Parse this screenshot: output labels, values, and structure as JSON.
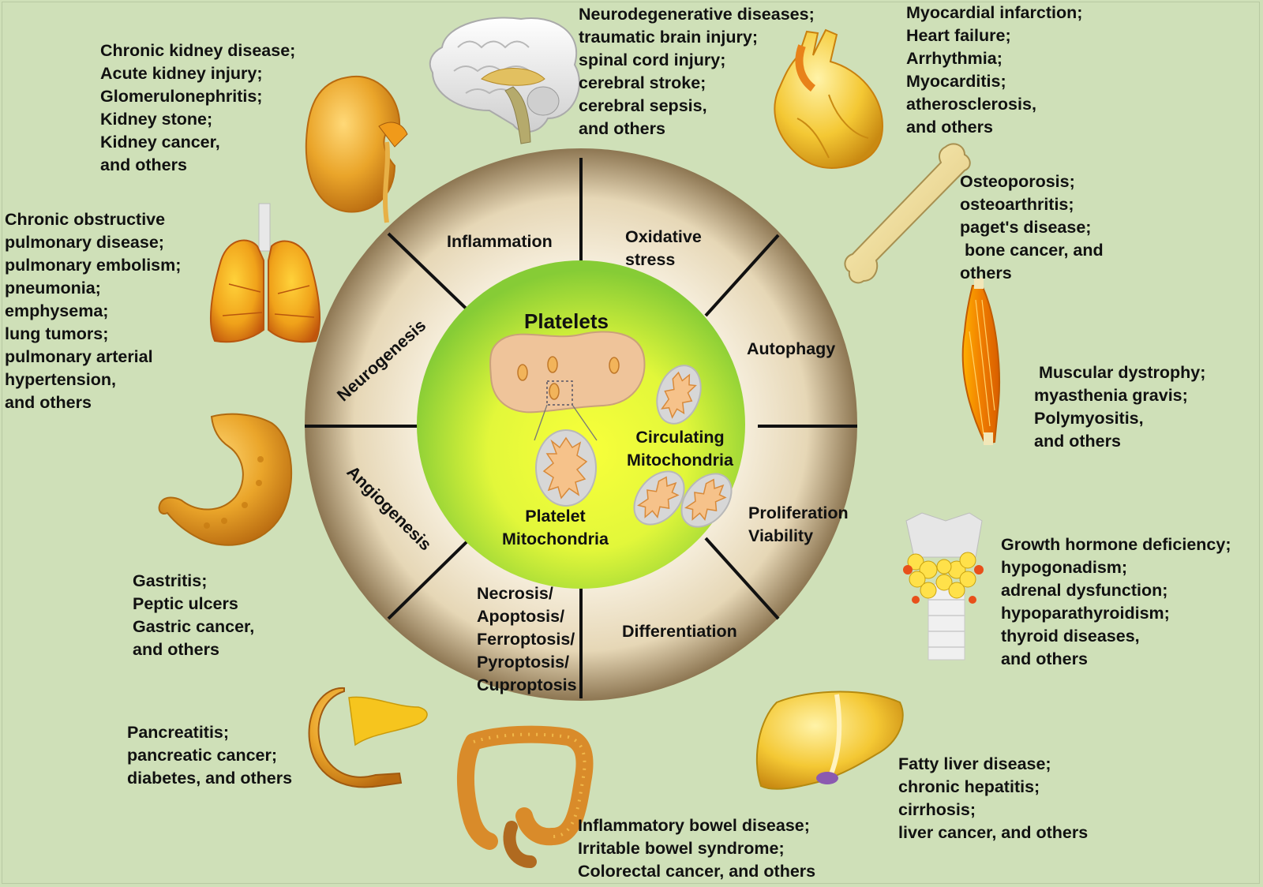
{
  "center": {
    "title": "Platelets",
    "circulating": "Circulating\nMitochondria",
    "platelet_mito": "Platelet\nMitochondria"
  },
  "ring": {
    "inflammation": "Inflammation",
    "oxidative_stress": "Oxidative\nstress",
    "autophagy": "Autophagy",
    "proliferation": "Proliferation\nViability",
    "differentiation": "Differentiation",
    "cell_death": "Necrosis/\nApoptosis/\nFerroptosis/\nPyroptosis/\nCuproptosis",
    "angiogenesis": "Angiogenesis",
    "neurogenesis": "Neurogenesis"
  },
  "organs": {
    "kidney": "Chronic kidney disease;\nAcute kidney injury;\nGlomerulonephritis;\nKidney stone;\nKidney cancer,\nand others",
    "brain": "Neurodegenerative diseases;\ntraumatic brain injury;\nspinal cord injury;\ncerebral stroke;\ncerebral sepsis,\nand others",
    "heart": "Myocardial infarction;\nHeart failure;\nArrhythmia;\nMyocarditis;\natherosclerosis,\nand others",
    "lung": "Chronic obstructive\npulmonary disease;\npulmonary embolism;\npneumonia;\nemphysema;\nlung tumors;\npulmonary arterial\nhypertension,\nand others",
    "bone": "Osteoporosis;\nosteoarthritis;\npaget's disease;\n bone cancer, and\nothers",
    "muscle": " Muscular dystrophy;\nmyasthenia gravis;\nPolymyositis,\nand others",
    "stomach": "Gastritis;\nPeptic ulcers\nGastric cancer,\nand others",
    "endocrine": "Growth hormone deficiency;\nhypogonadism;\nadrenal dysfunction;\nhypoparathyroidism;\nthyroid diseases,\nand others",
    "pancreas": "Pancreatitis;\npancreatic cancer;\ndiabetes, and others",
    "intestine": "Inflammatory bowel disease;\nIrritable bowel syndrome;\nColorectal cancer, and others",
    "liver": "Fatty liver disease;\nchronic hepatitis;\ncirrhosis;\nliver cancer, and others"
  },
  "colors": {
    "background": "#cfe0b8",
    "ring_outer": "#8f7a58",
    "ring_inner": "#f3ead6",
    "center_outer": "#8fd13a",
    "center_inner": "#f6ff3c",
    "organ_gold": "#e3a11e"
  }
}
